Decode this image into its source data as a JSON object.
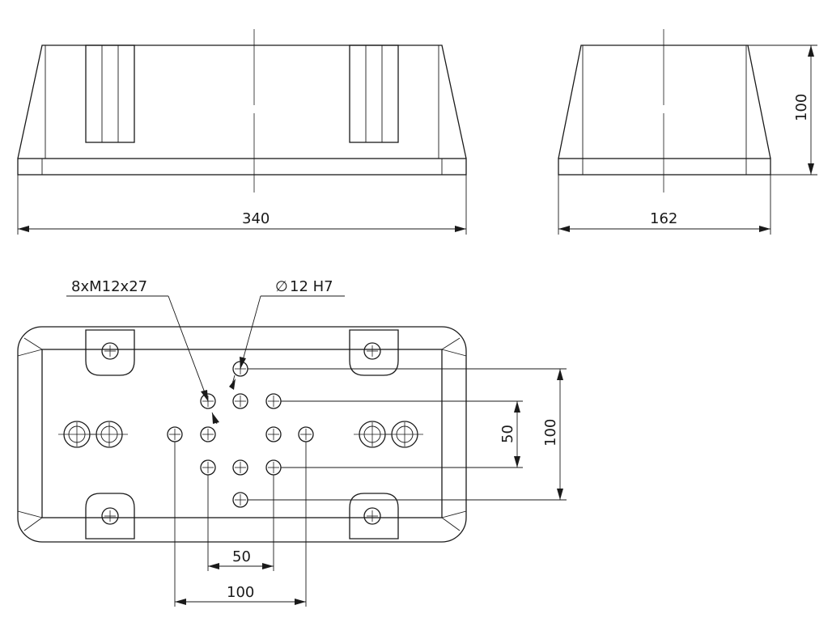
{
  "drawing": {
    "front_view": {
      "width_dim": "340"
    },
    "side_view": {
      "width_dim": "162",
      "height_dim": "100"
    },
    "top_view": {
      "thread_callout": "8xM12x27",
      "bore_callout": "12 H7",
      "diameter_symbol": "∅",
      "pitch_small_h": "50",
      "pitch_large_h": "100",
      "pitch_small_v": "50",
      "pitch_large_v": "100"
    }
  }
}
